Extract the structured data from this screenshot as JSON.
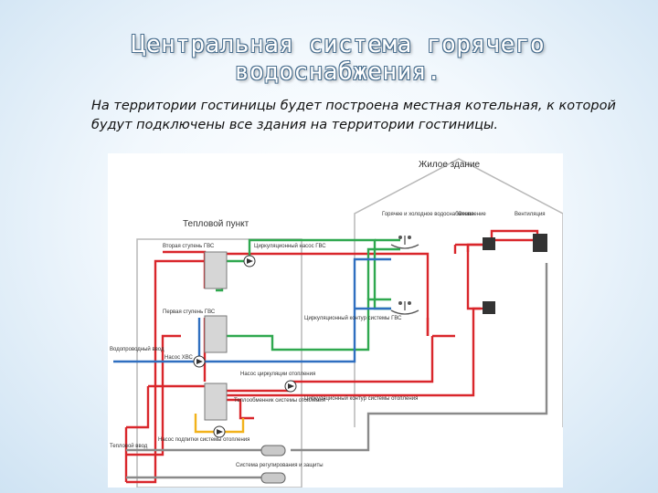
{
  "header": {
    "title_line1": "Центральная система горячего",
    "title_line2": "водоснабжения.",
    "description": "На территории гостиницы будет построена местная котельная, к которой будут подключены все здания на территории гостиницы."
  },
  "diagram": {
    "building_label": "Жилое здание",
    "substation_label": "Тепловой пункт",
    "consumers": {
      "faucets": "Горячее и холодное водоснабжение",
      "heating": "Отопление",
      "towel": "Вентиляция"
    },
    "hx_stage2": "Вторая ступень ГВС",
    "hx_stage1": "Первая ступень ГВС",
    "hx_heating": "Теплообменник системы отопления",
    "pump_recirc": "Циркуляционный насос ГВС",
    "pump_cold": "Насос ХВС",
    "pump_heat_circ": "Насос циркуляции отопления",
    "pump_makeup": "Насос подпитки системы отопления",
    "recirc_dhw": "Циркуляционный контур системы ГВС",
    "recirc_heat": "Циркуляционный контур системы отопления",
    "cold_water_in": "Водопроводный ввод",
    "heat_input": "Тепловой ввод",
    "control_system": "Система регулирования и защиты",
    "colors": {
      "supply": "#d9262b",
      "return": "#d9262b",
      "dhw": "#2fa84f",
      "cold": "#2f6fc0",
      "makeup": "#f2b21b",
      "control": "#8a8a8a",
      "walls": "#b8b8b8"
    }
  }
}
